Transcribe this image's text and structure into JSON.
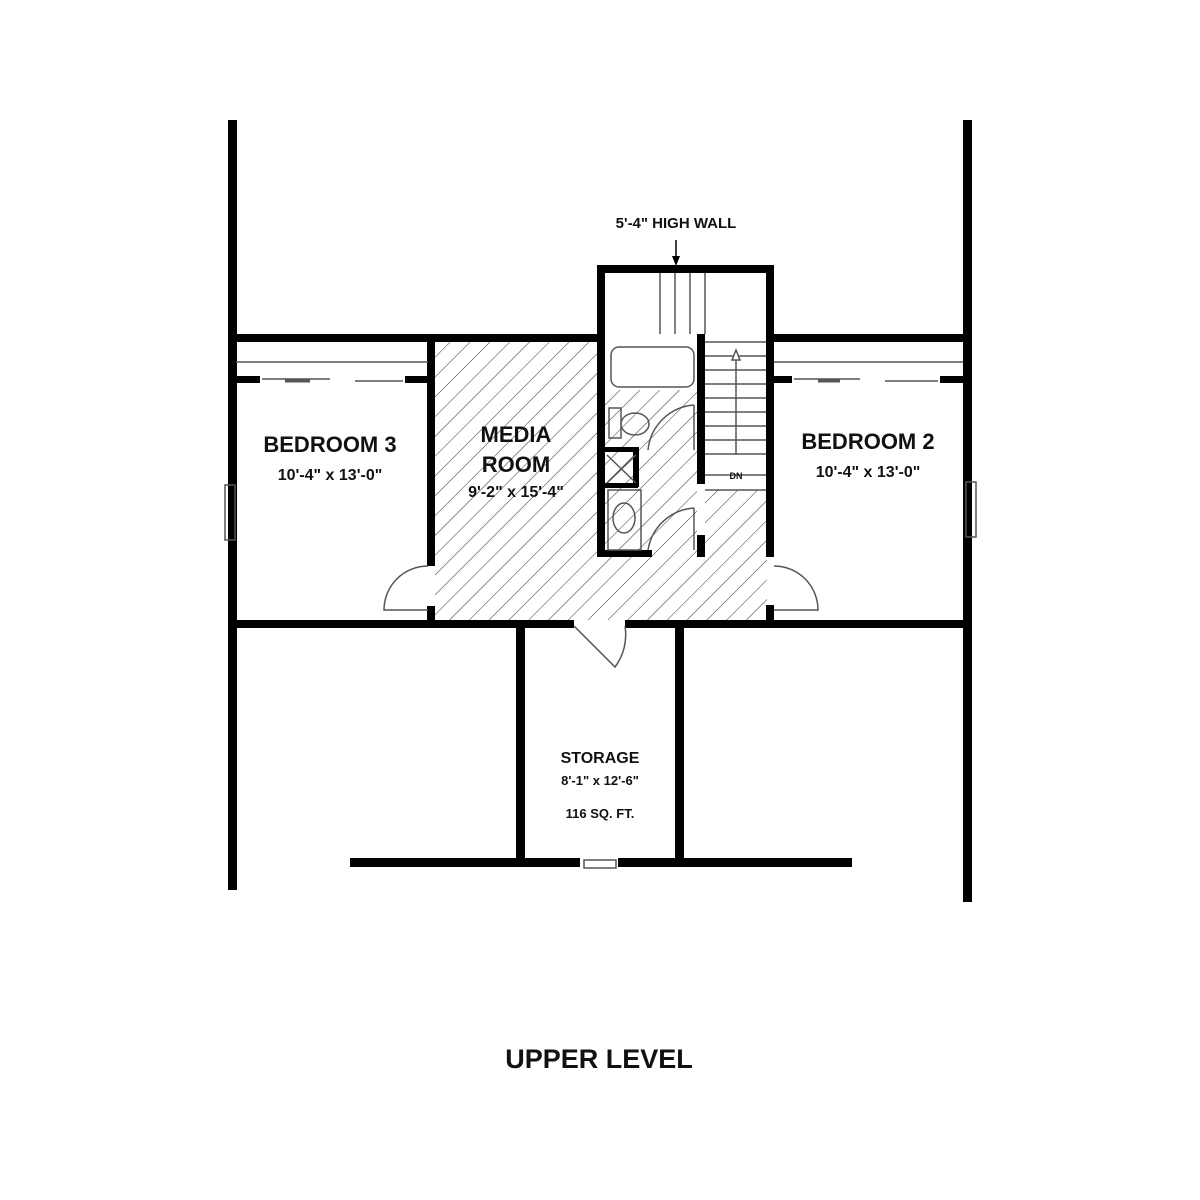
{
  "plan": {
    "title": "UPPER LEVEL",
    "wall_note": "5'-4\" HIGH WALL",
    "stair_label": "DN",
    "rooms": {
      "bedroom3": {
        "name": "BEDROOM 3",
        "size": "10'-4\" x 13'-0\""
      },
      "media": {
        "name_line1": "MEDIA",
        "name_line2": "ROOM",
        "size": "9'-2\" x 15'-4\""
      },
      "bedroom2": {
        "name": "BEDROOM 2",
        "size": "10'-4\" x 13'-0\""
      },
      "storage": {
        "name": "STORAGE",
        "size": "8'-1\" x 12'-6\"",
        "area": "116 SQ. FT."
      }
    }
  },
  "colors": {
    "wall": "#000000",
    "hatch": "#333333",
    "background": "#ffffff"
  }
}
